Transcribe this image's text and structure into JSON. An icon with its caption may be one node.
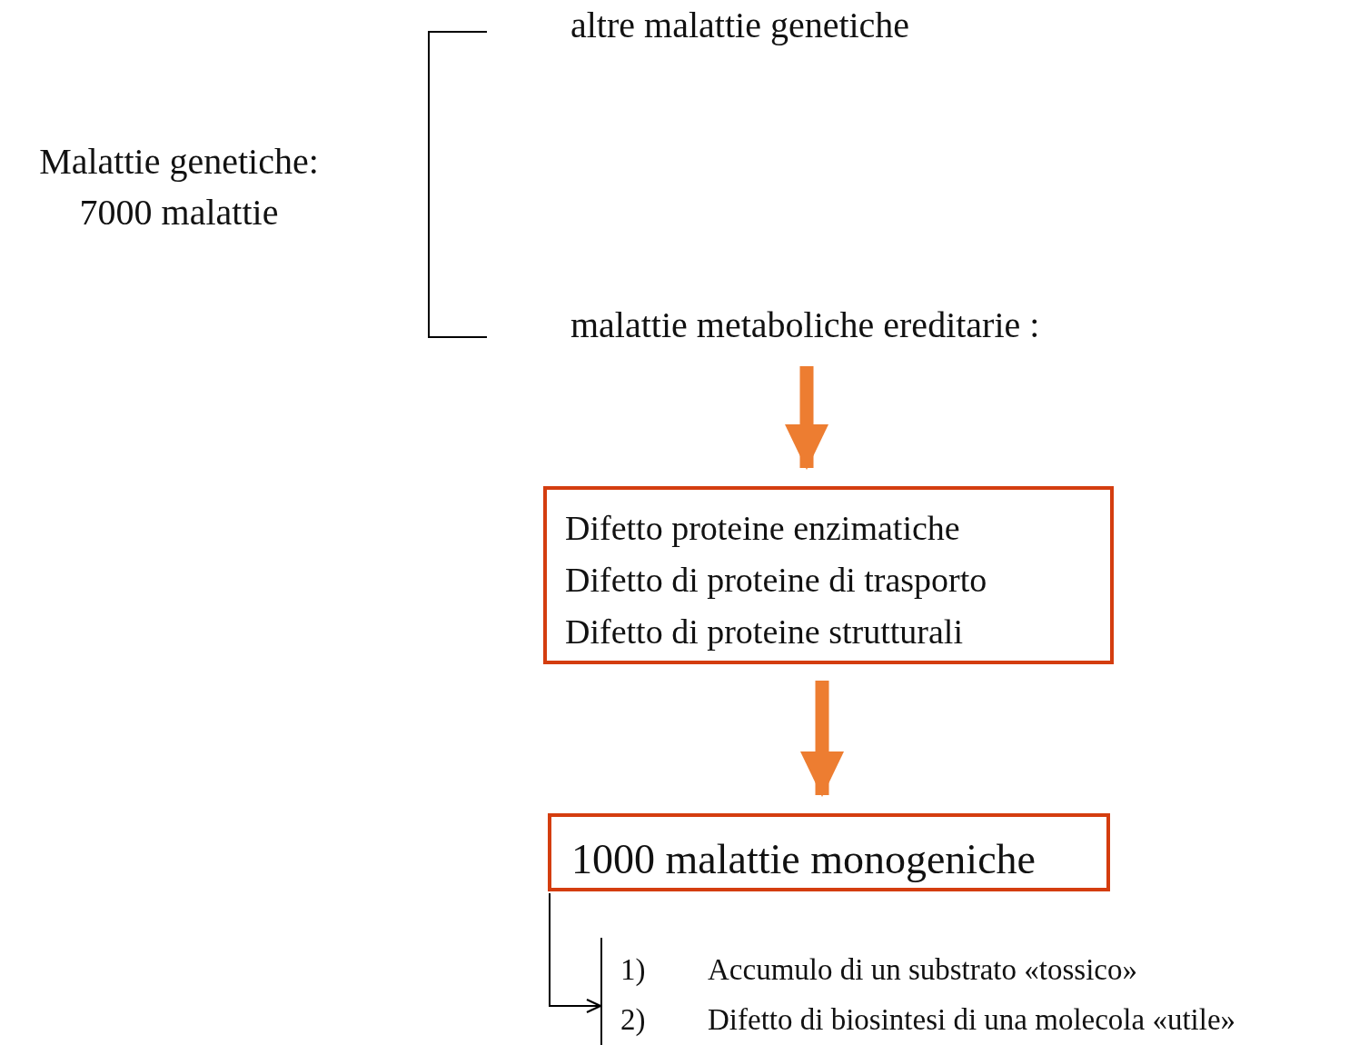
{
  "diagram": {
    "nodes": [
      {
        "text": [
          "Malattie genetiche: 7000 malattie"
        ]
      },
      {
        "text": [
          "altre malattie genetiche"
        ]
      },
      {
        "text": [
          "malattie metaboliche ereditarie :"
        ]
      },
      {
        "text": [
          "Difetto proteine enzimatiche",
          "Difetto di proteine di trasporto",
          "Difetto di proteine strutturali"
        ]
      },
      {
        "text": [
          "1000 malattie monogeniche"
        ]
      },
      {
        "text": [
          "1)",
          "Accumulo di un substrato «tossico»",
          "2)",
          "Difetto di biosintesi di una molecola «utile»"
        ]
      }
    ],
    "edges": [
      {
        "from": 2,
        "to": 3,
        "arrow": "to"
      },
      {
        "from": 3,
        "to": 4,
        "arrow": "to"
      },
      {
        "from": 4,
        "to": 5,
        "arrow": "to",
        "color": "#000000"
      }
    ]
  }
}
